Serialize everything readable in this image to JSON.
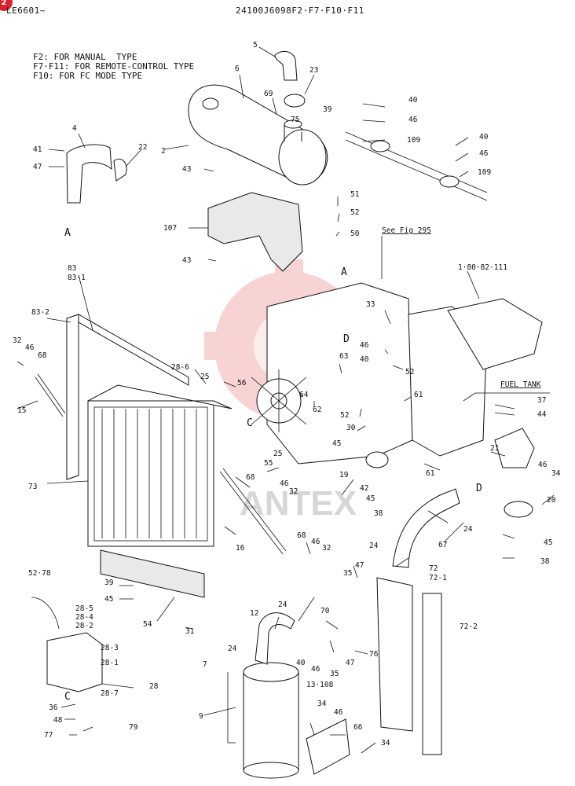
{
  "header": {
    "model_code": "LE6601~",
    "part_group": "24100J6098F2·F7·F10·F11",
    "badge": "2"
  },
  "notes": [
    "F2: FOR MANUAL  TYPE",
    "F7·F11: FOR REMOTE-CONTROL TYPE",
    "F10: FOR FC MODE TYPE"
  ],
  "watermark": "ANTEX",
  "references": {
    "see_fig": "See Fig 295",
    "fuel_tank": "FUEL TANK"
  },
  "connectors": [
    "A",
    "A",
    "C",
    "C",
    "D",
    "D"
  ],
  "callouts": [
    "5",
    "6",
    "23",
    "69",
    "75",
    "39",
    "40",
    "46",
    "109",
    "40",
    "46",
    "109",
    "4",
    "22",
    "2",
    "41",
    "47",
    "43",
    "51",
    "52",
    "50",
    "107",
    "43",
    "83",
    "83-1",
    "83-2",
    "1·80·82·111",
    "33",
    "46",
    "40",
    "52",
    "63",
    "32",
    "46",
    "68",
    "15",
    "28-6",
    "25",
    "56",
    "64",
    "62",
    "61",
    "52",
    "30",
    "37",
    "44",
    "21",
    "46",
    "34",
    "73",
    "55",
    "25",
    "45",
    "19",
    "61",
    "68",
    "46",
    "32",
    "42",
    "45",
    "38",
    "20",
    "45",
    "38",
    "16",
    "68",
    "46",
    "32",
    "67",
    "24",
    "24",
    "47",
    "35",
    "72",
    "72-1",
    "39",
    "45",
    "54",
    "52·78",
    "28-5",
    "28-4",
    "28-2",
    "28-3",
    "28-1",
    "28",
    "28-7",
    "31",
    "12",
    "24",
    "70",
    "24",
    "40",
    "46",
    "76",
    "35",
    "47",
    "72-2",
    "7",
    "13·108",
    "34",
    "9",
    "36",
    "48",
    "77",
    "79",
    "46",
    "66",
    "34"
  ]
}
